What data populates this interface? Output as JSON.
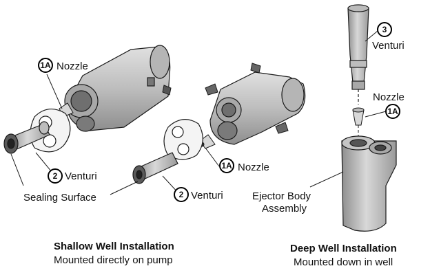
{
  "labels": {
    "nozzle_left": "Nozzle",
    "badge_1a_left": "1A",
    "badge_2_left": "2",
    "venturi_left": "Venturi",
    "sealing_surface": "Sealing Surface",
    "badge_1a_mid": "1A",
    "nozzle_mid": "Nozzle",
    "badge_2_mid": "2",
    "venturi_mid": "Venturi",
    "badge_3": "3",
    "venturi_right": "Venturi",
    "nozzle_right": "Nozzle",
    "badge_1a_right": "1A",
    "ejector_body_line1": "Ejector Body",
    "ejector_body_line2": "Assembly"
  },
  "captions": {
    "shallow_title": "Shallow Well Installation",
    "shallow_sub": "Mounted directly on pump",
    "deep_title": "Deep Well Installation",
    "deep_sub": "Mounted down in well"
  },
  "colors": {
    "body_fill": "#c9c9c9",
    "body_shadow": "#9a9a9a",
    "outline": "#1a1a1a"
  }
}
